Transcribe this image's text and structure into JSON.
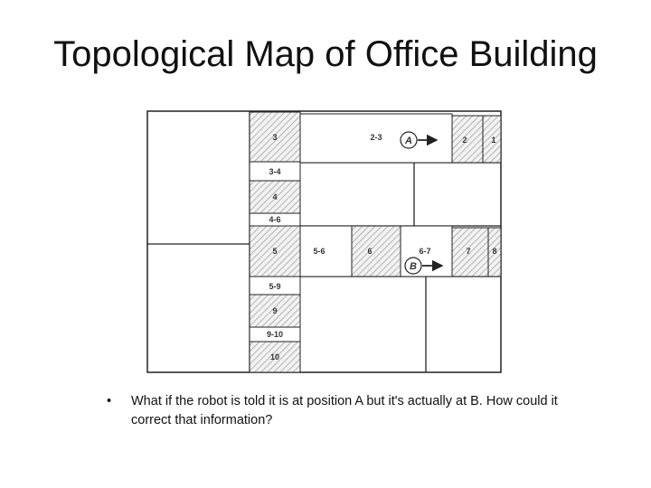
{
  "slide": {
    "title": "Topological Map of Office Building",
    "bullet_marker": "•",
    "bullet_text": "What if the robot is told it is at position A but it's actually at B. How could it correct that information?"
  },
  "map": {
    "node_labels": {
      "n3": "3",
      "n2_3": "2-3",
      "n2": "2",
      "n1": "1",
      "n3_4": "3-4",
      "n4": "4",
      "n4_6": "4-6",
      "n5": "5",
      "n5_6": "5-6",
      "n6": "6",
      "n6_7": "6-7",
      "n7": "7",
      "n8": "8",
      "n5_9": "5-9",
      "n9": "9",
      "n9_10": "9-10",
      "n10": "10"
    },
    "markers": {
      "a": "A",
      "b": "B"
    },
    "hatched_color": "#bfbfbf",
    "line_color": "#222222"
  }
}
